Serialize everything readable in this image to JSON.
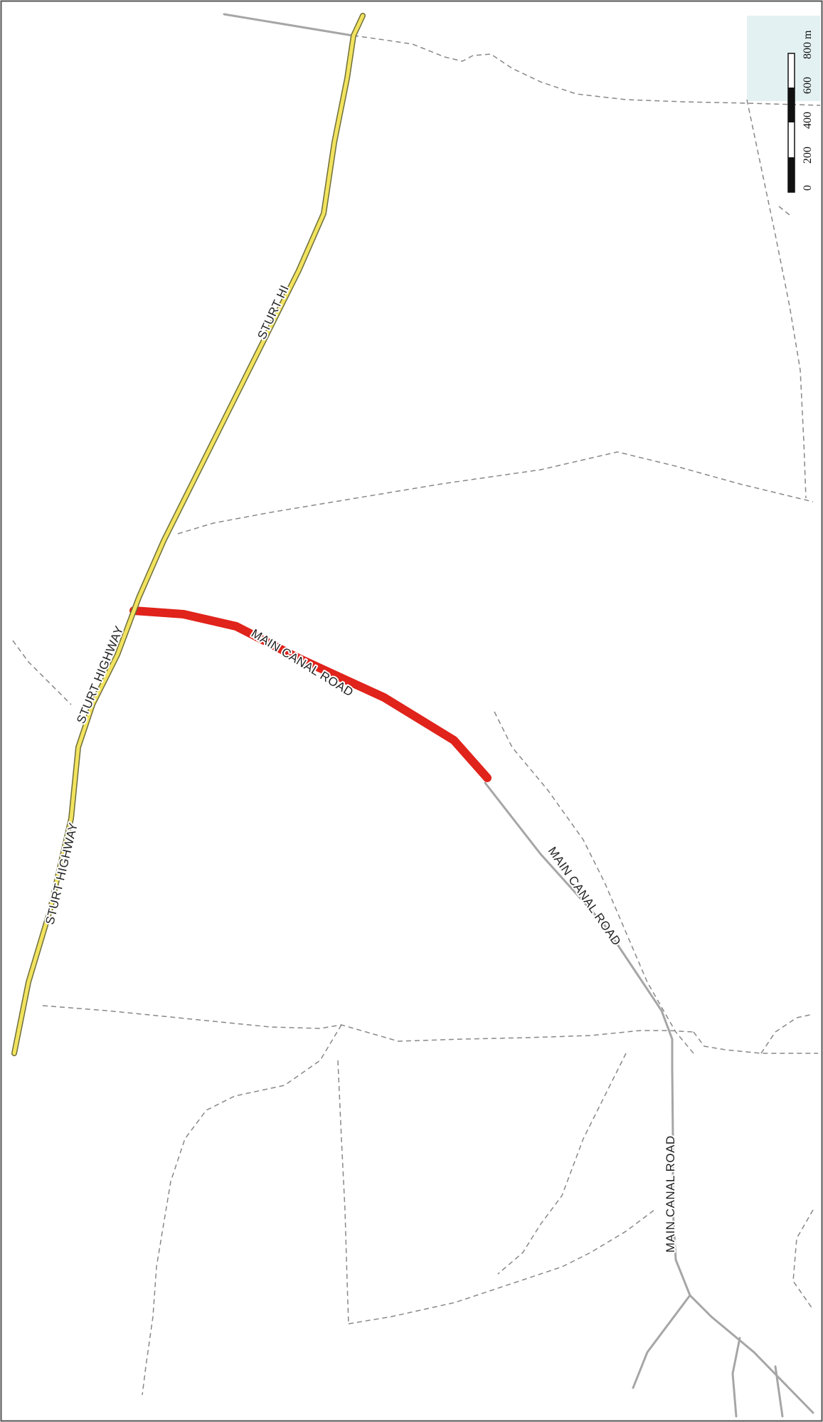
{
  "map": {
    "colors": {
      "background": "#ffffff",
      "border": "#555555",
      "highway_casing": "#6e6e3a",
      "highway_fill": "#f2e35e",
      "road": "#a6a6a6",
      "highlight_segment": "#e0231b",
      "boundary": "#888888",
      "water_corner": "#e3f1f2"
    },
    "labels": {
      "sturt_highway": "STURT HIGHWAY",
      "main_canal_road": "MAIN CANAL ROAD"
    },
    "scale_bar": {
      "ticks": [
        "0",
        "200",
        "400",
        "600",
        "800 m"
      ]
    }
  }
}
